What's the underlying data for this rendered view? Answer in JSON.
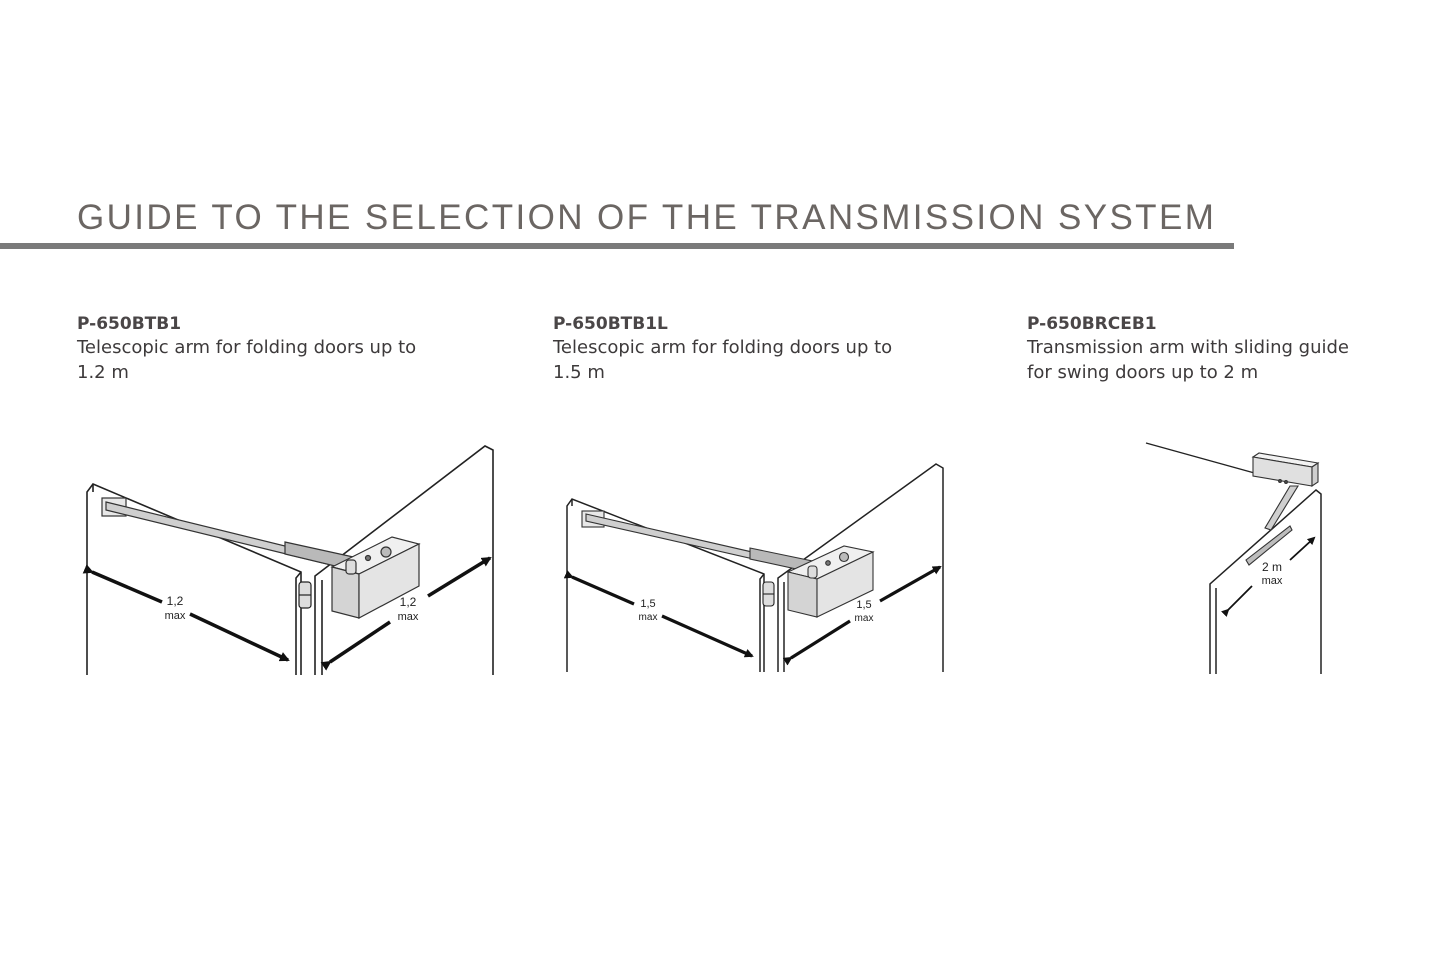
{
  "title": "GUIDE TO THE SELECTION OF THE TRANSMISSION SYSTEM",
  "products": [
    {
      "code": "P-650BTB1",
      "desc_line1": "Telescopic arm for folding doors up to",
      "desc_line2": "1.2 m",
      "dim_left": "1,2",
      "dim_right": "1,2",
      "max": "max"
    },
    {
      "code": "P-650BTB1L",
      "desc_line1": "Telescopic arm for folding doors up to",
      "desc_line2": "1.5 m",
      "dim_left": "1,5",
      "dim_right": "1,5",
      "max": "max"
    },
    {
      "code": "P-650BRCEB1",
      "desc_line1": "Transmission arm with sliding guide",
      "desc_line2": "for swing doors up to 2 m",
      "dim": "2 m",
      "max": "max"
    }
  ]
}
